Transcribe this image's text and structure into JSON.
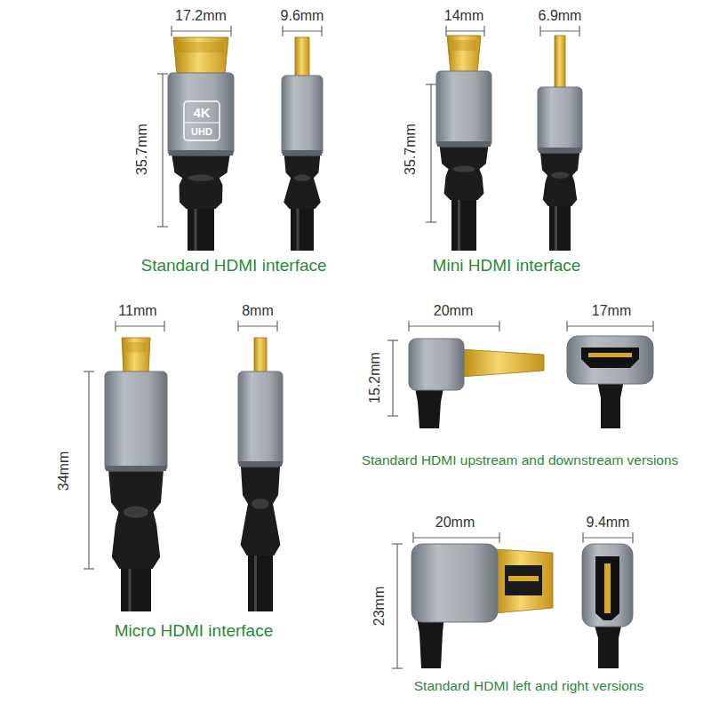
{
  "diagram": {
    "labels": [
      "17.2mm",
      "9.6mm",
      "35.7mm",
      "4K",
      "UHD",
      "Standard HDMI interface",
      "14mm",
      "6.9mm",
      "35.7mm",
      "Mini HDMI interface",
      "11mm",
      "8mm",
      "34mm",
      "Micro HDMI interface",
      "20mm",
      "17mm",
      "15.2mm",
      "Standard HDMI upstream and downstream versions",
      "20mm",
      "9.4mm",
      "23mm",
      "Standard HDMI left and right versions"
    ]
  }
}
